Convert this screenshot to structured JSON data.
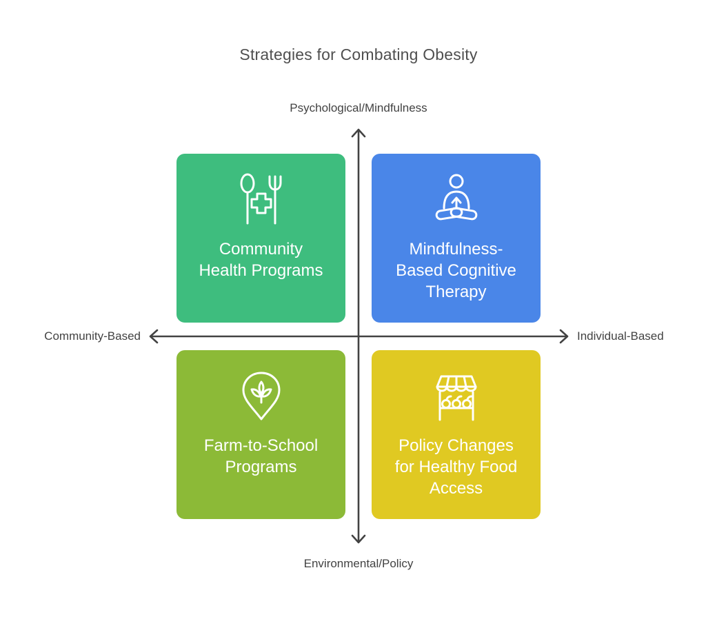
{
  "title": "Strategies for Combating Obesity",
  "colors": {
    "axis": "#424242",
    "title_text": "#4f4f4f",
    "axis_label_text": "#424242",
    "card_text": "#ffffff",
    "quadrant_top_left": "#3ebd7e",
    "quadrant_top_right": "#4a86e8",
    "quadrant_bottom_left": "#8cba37",
    "quadrant_bottom_right": "#e0c922"
  },
  "axes": {
    "top": "Psychological/Mindfulness",
    "bottom": "Environmental/Policy",
    "left": "Community-Based",
    "right": "Individual-Based"
  },
  "quadrants": [
    {
      "position": "top-left",
      "label": "Community\nHealth Programs",
      "icon": "meal-medical-icon",
      "color": "#3ebd7e"
    },
    {
      "position": "top-right",
      "label": "Mindfulness-\nBased Cognitive\nTherapy",
      "icon": "meditation-icon",
      "color": "#4a86e8"
    },
    {
      "position": "bottom-left",
      "label": "Farm-to-School\nPrograms",
      "icon": "plant-pin-icon",
      "color": "#8cba37"
    },
    {
      "position": "bottom-right",
      "label": "Policy Changes\nfor Healthy Food\nAccess",
      "icon": "market-stall-icon",
      "color": "#e0c922"
    }
  ]
}
